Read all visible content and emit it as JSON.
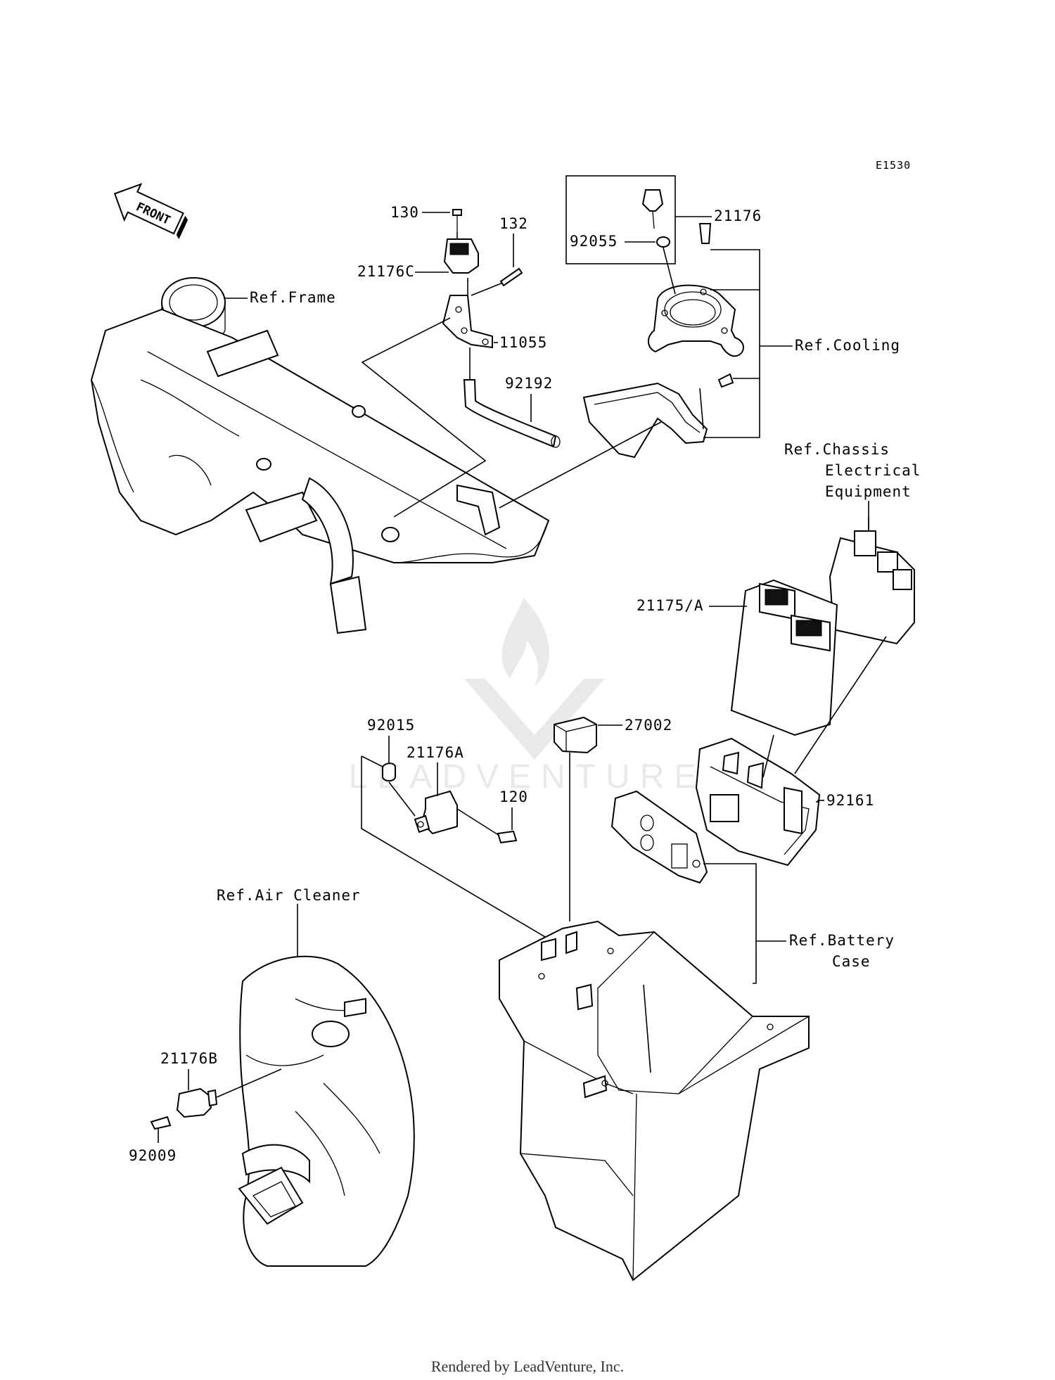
{
  "diagram_code": "E1530",
  "front_label": "FRONT",
  "part_numbers": {
    "p130": "130",
    "p132": "132",
    "p21176C": "21176C",
    "p11055": "11055",
    "p92192": "92192",
    "p21176": "21176",
    "p92055": "92055",
    "p21175A": "21175/A",
    "p27002": "27002",
    "p92015": "92015",
    "p21176A": "21176A",
    "p120": "120",
    "p92161": "92161",
    "p21176B": "21176B",
    "p92009": "92009"
  },
  "references": {
    "frame": "Ref.Frame",
    "cooling": "Ref.Cooling",
    "chassis_line1": "Ref.Chassis",
    "chassis_line2": "Electrical",
    "chassis_line3": "Equipment",
    "air_cleaner": "Ref.Air Cleaner",
    "battery_line1": "Ref.Battery",
    "battery_line2": "Case"
  },
  "footer": "Rendered by LeadVenture, Inc.",
  "watermark": "LEADVENTURE"
}
